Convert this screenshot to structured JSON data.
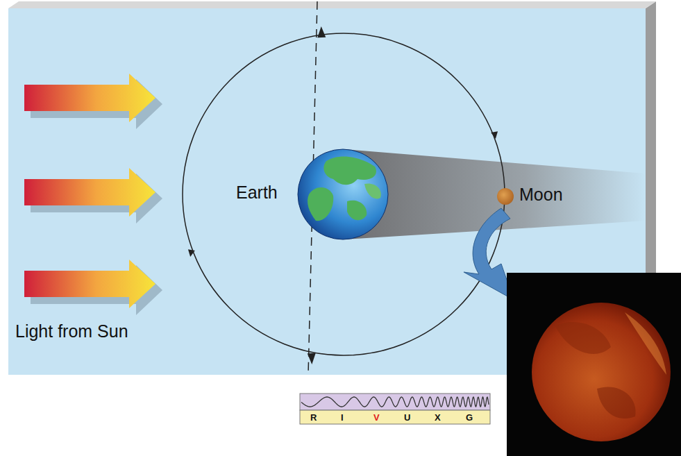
{
  "diagram": {
    "labels": [
      "Earth",
      "Moon",
      "Light from Sun",
      "R",
      "I",
      "V",
      "U",
      "X",
      "G"
    ]
  }
}
